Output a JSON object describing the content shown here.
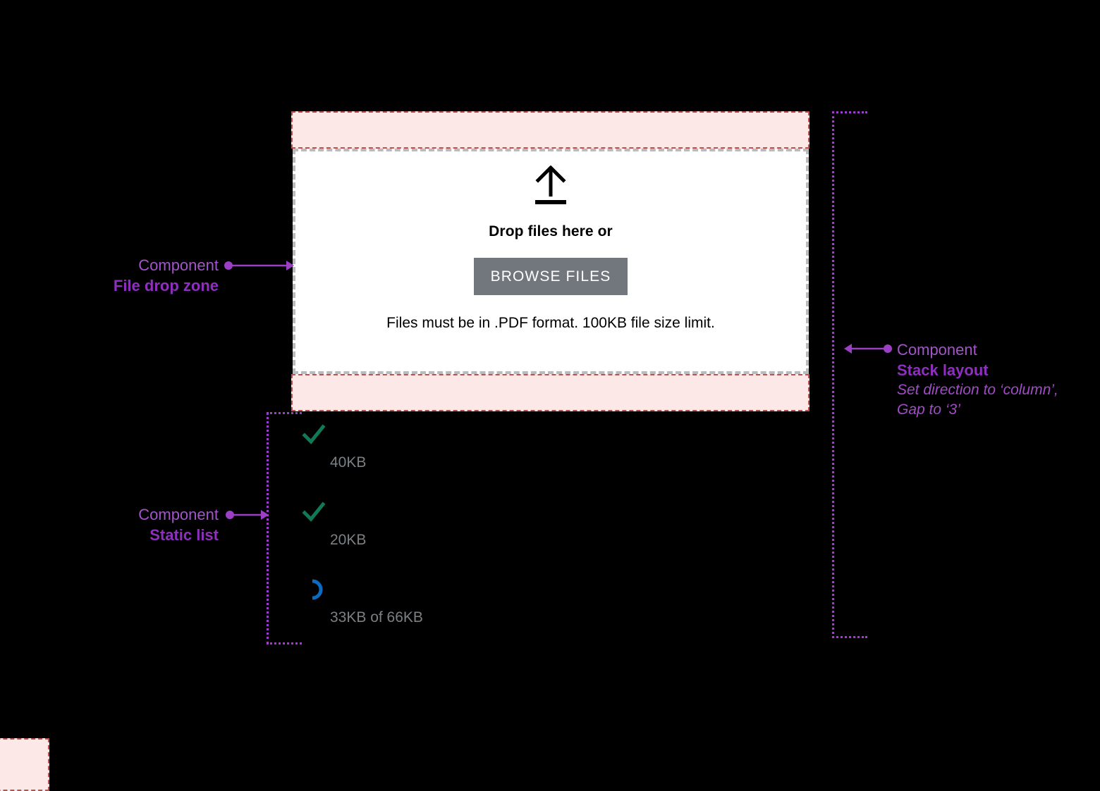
{
  "drop_zone": {
    "icon": "upload-arrow-icon",
    "title": "Drop files here or",
    "browse_label": "BROWSE FILES",
    "hint": "Files must be in .PDF format. 100KB file size limit.",
    "button_color": "#72777e",
    "border_color": "#b9bbbd",
    "background": "#ffffff"
  },
  "spacing_guides": {
    "fill": "#fde8e8",
    "stroke": "#c0504d"
  },
  "file_list": {
    "items": [
      {
        "status": "complete",
        "status_icon": "check-icon",
        "size": "40KB",
        "color": "#0f7a56"
      },
      {
        "status": "complete",
        "status_icon": "check-icon",
        "size": "20KB",
        "color": "#0f7a56"
      },
      {
        "status": "uploading",
        "status_icon": "spinner-icon",
        "size": "33KB of 66KB",
        "color": "#0b6bc2"
      }
    ]
  },
  "annotations": {
    "accent": "#9b3fc4",
    "drop_zone": {
      "kind": "Component",
      "name": "File drop zone"
    },
    "static_list": {
      "kind": "Component",
      "name": "Static list"
    },
    "stack_layout": {
      "kind": "Component",
      "name": "Stack layout",
      "note": "Set direction to ‘column’, Gap to ‘3’"
    }
  }
}
